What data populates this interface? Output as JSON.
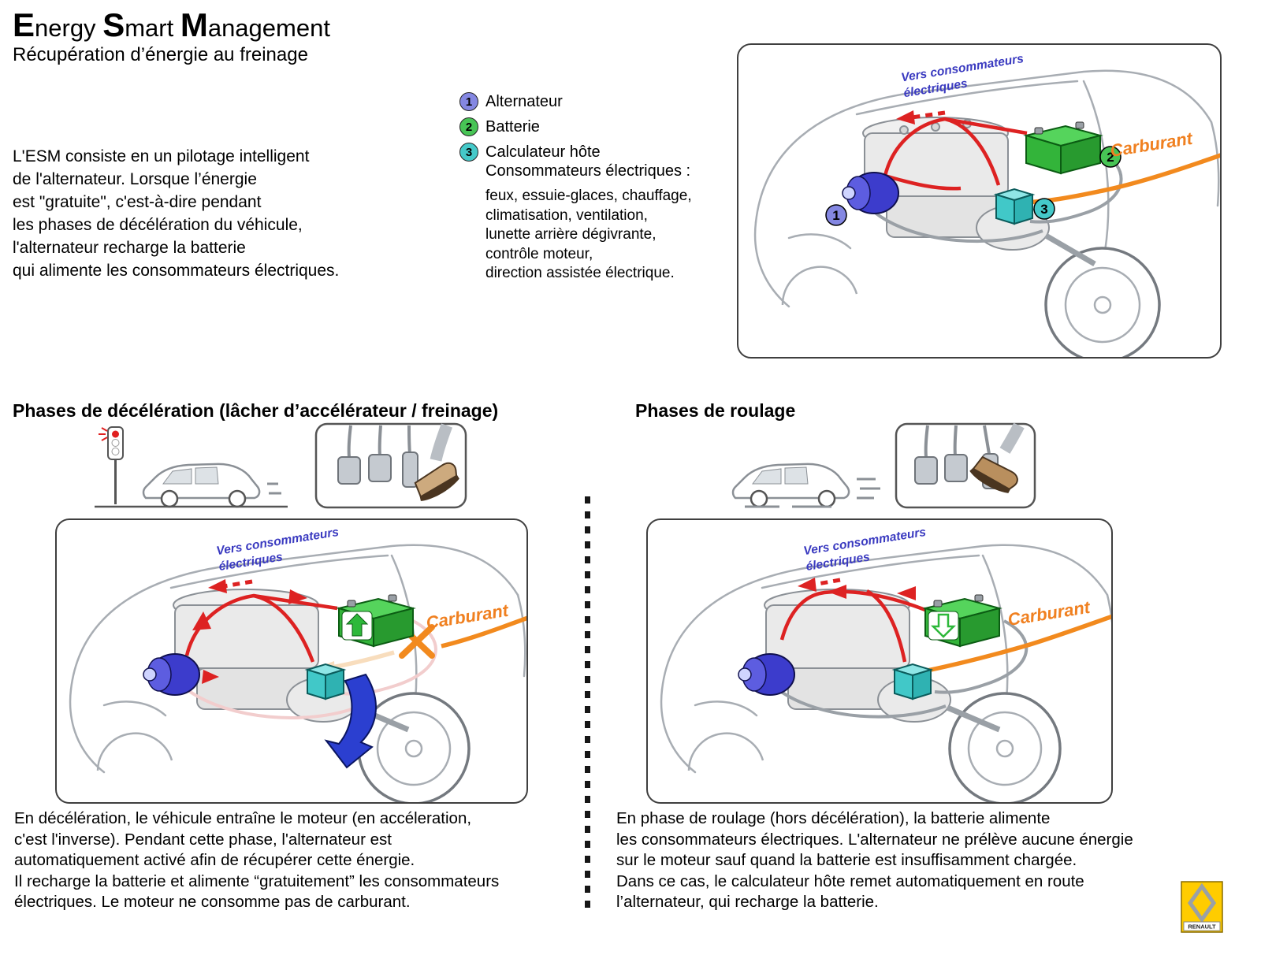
{
  "colors": {
    "alternator_blue": "#3c3ccc",
    "battery_green": "#33b43a",
    "calculator_teal": "#41c8c8",
    "wire_red": "#dd2222",
    "fuel_orange": "#f28a1e",
    "label_blue": "#3a3ac0",
    "renault_yellow": "#ffcc00"
  },
  "header": {
    "title_segments": [
      "E",
      "nergy ",
      "S",
      "mart ",
      "M",
      "anagement"
    ],
    "subtitle": "Récupération d’énergie au freinage"
  },
  "intro": {
    "lines": [
      "L'ESM consiste en un pilotage intelligent",
      "de l'alternateur. Lorsque l’énergie",
      "est \"gratuite\", c'est-à-dire pendant",
      "les phases de décélération du véhicule,",
      "l'alternateur recharge la batterie",
      "qui alimente les consommateurs électriques."
    ]
  },
  "legend": {
    "items": [
      {
        "num": "1",
        "label": "Alternateur"
      },
      {
        "num": "2",
        "label": "Batterie"
      },
      {
        "num": "3",
        "label": "Calculateur hôte"
      }
    ],
    "consumers_title": "Consommateurs électriques :",
    "consumers_lines": [
      "feux, essuie-glaces, chauffage,",
      "climatisation, ventilation,",
      "lunette arrière dégivrante,",
      "contrôle moteur,",
      "direction assistée électrique."
    ]
  },
  "diagram_labels": {
    "consumers_line1": "Vers consommateurs",
    "consumers_line2": "électriques",
    "fuel": "Carburant",
    "badge1": "1",
    "badge2": "2",
    "badge3": "3"
  },
  "sections": {
    "left_title": "Phases de décélération (lâcher d’accélérateur / freinage)",
    "right_title": "Phases de roulage"
  },
  "left_text": {
    "lines": [
      "En décélération, le véhicule entraîne le moteur (en accéleration,",
      "c'est l'inverse). Pendant cette phase, l'alternateur est",
      "automatiquement activé afin de récupérer cette énergie.",
      "Il recharge la batterie et alimente “gratuitement” les consommateurs",
      "électriques. Le moteur ne consomme pas de carburant."
    ]
  },
  "right_text": {
    "lines": [
      "En phase de roulage (hors décélération), la batterie alimente",
      "les consommateurs électriques. L'alternateur ne prélève aucune énergie",
      "sur le moteur sauf quand la batterie est insuffisamment chargée.",
      "Dans ce cas, le calculateur hôte remet automatiquement en route",
      "l’alternateur, qui recharge la batterie."
    ]
  },
  "logo": {
    "brand": "RENAULT"
  }
}
